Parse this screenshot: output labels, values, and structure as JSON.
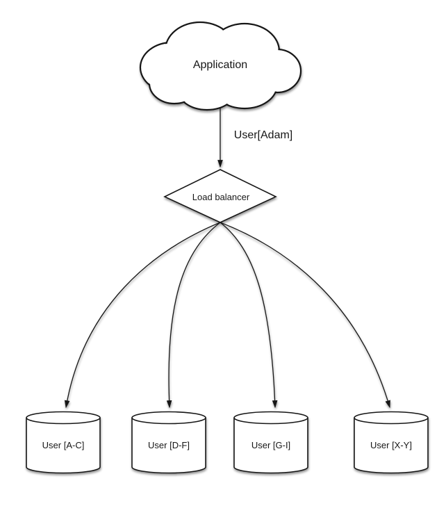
{
  "colors": {
    "background": "#ffffff",
    "stroke": "#161616",
    "shape_fill": "#ffffff",
    "text": "#161616"
  },
  "nodes": {
    "application": {
      "type": "cloud",
      "label": "Application"
    },
    "load_balancer": {
      "type": "diamond",
      "label": "Load balancer"
    },
    "shards": [
      {
        "type": "cylinder",
        "label": "User [A-C]"
      },
      {
        "type": "cylinder",
        "label": "User [D-F]"
      },
      {
        "type": "cylinder",
        "label": "User [G-I]"
      },
      {
        "type": "cylinder",
        "label": "User [X-Y]"
      }
    ]
  },
  "edges": [
    {
      "from": "application",
      "to": "load_balancer",
      "label": "User[Adam]"
    },
    {
      "from": "load_balancer",
      "to": "shard_0",
      "label": ""
    },
    {
      "from": "load_balancer",
      "to": "shard_1",
      "label": ""
    },
    {
      "from": "load_balancer",
      "to": "shard_2",
      "label": ""
    },
    {
      "from": "load_balancer",
      "to": "shard_3",
      "label": ""
    }
  ]
}
